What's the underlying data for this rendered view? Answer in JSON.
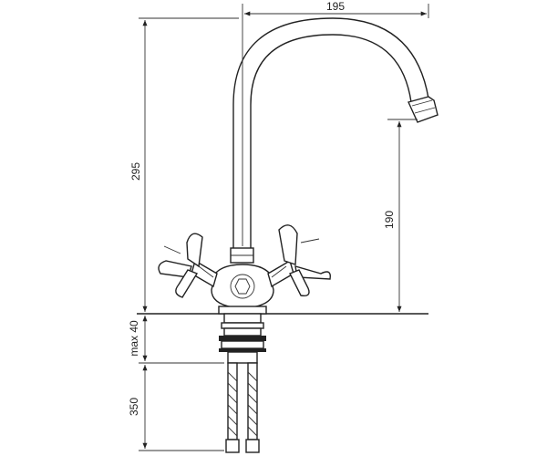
{
  "dimensions": {
    "spout_reach": "195",
    "total_height": "295",
    "spout_height": "190",
    "max_mount_thickness": "max 40",
    "hose_length": "350"
  },
  "colors": {
    "line": "#222222",
    "background": "#ffffff"
  }
}
